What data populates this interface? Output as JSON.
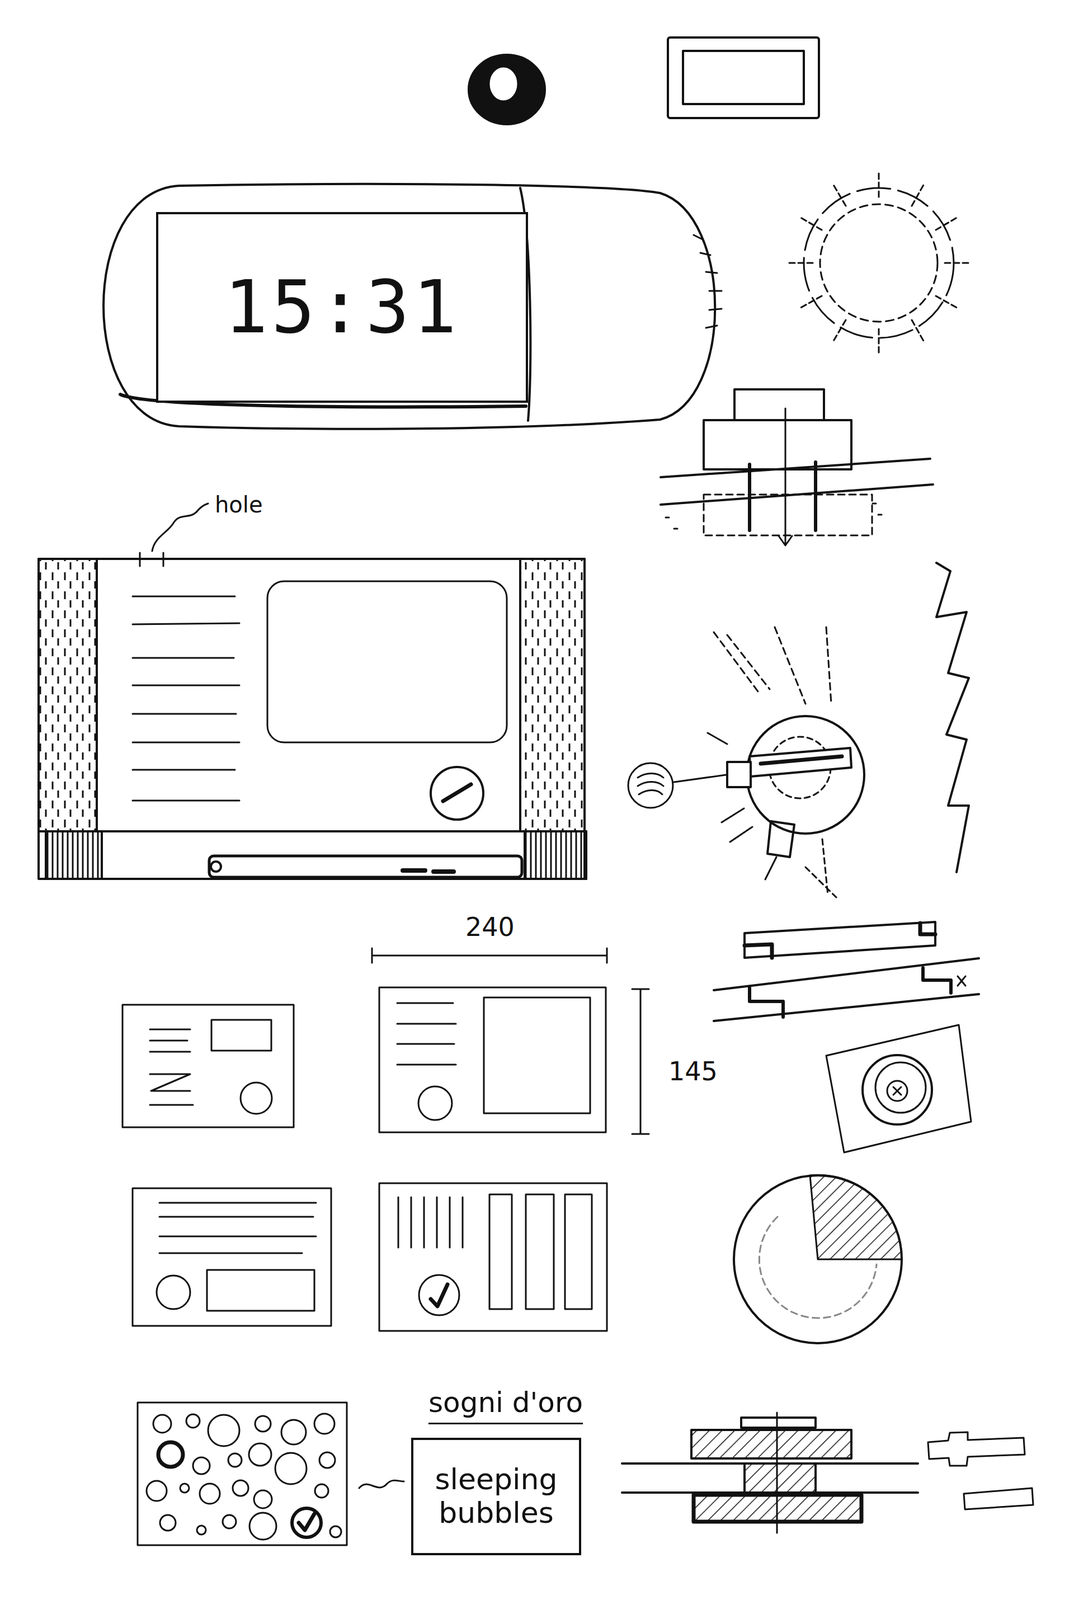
{
  "diagram": {
    "nodes": [
      {
        "text": [
          "15:31"
        ]
      },
      {
        "text": [
          "sogni d'oro",
          "sleeping bubbles"
        ]
      }
    ],
    "labels": [
      "hole",
      "240",
      "145"
    ]
  }
}
